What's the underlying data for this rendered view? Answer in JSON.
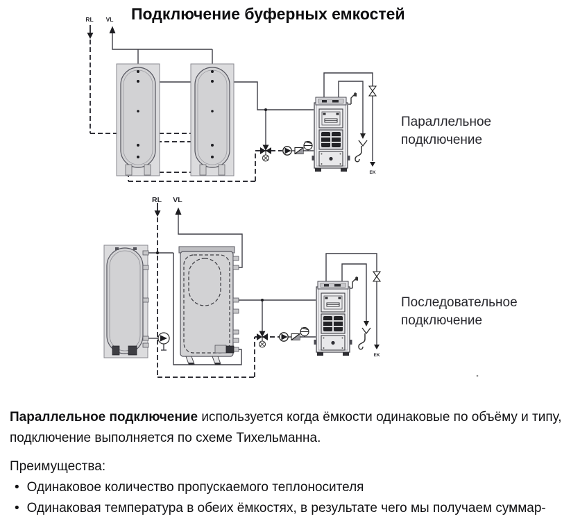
{
  "title": "Подключение буферных емкостей",
  "diagram_top": {
    "caption": "Параллельное подключение",
    "labels": {
      "rl": "RL",
      "vl": "VL",
      "ek": "EK"
    }
  },
  "diagram_bottom": {
    "caption": "Последовательное подключение",
    "labels": {
      "rl": "RL",
      "vl": "VL",
      "ek": "EK"
    }
  },
  "body": {
    "paragraph_lead_bold": "Параллельное подключение",
    "paragraph_rest": " используется когда ёмкости одинаковые по объёму и типу, подключение выполняется по схеме Тихельманна.",
    "advantages_heading": "Преимущества:",
    "bullet": "•",
    "advantages": [
      "Одинаковое количество пропускаемого теплоносителя",
      "Одинаковая температура в обеих ёмкостях, в результате чего мы получаем суммар-"
    ]
  },
  "colors": {
    "pipe_line": "#3f3f46",
    "return_dashed": "#2f2f36",
    "tank_fill": "#d2d2d4",
    "text": "#121214"
  }
}
